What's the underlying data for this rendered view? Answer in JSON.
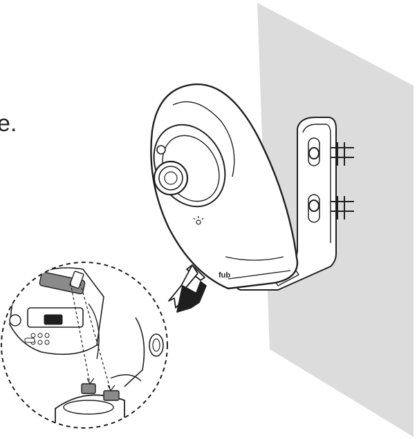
{
  "diagram": {
    "partial_caption": "e.",
    "camera_brand_mark": "fub"
  },
  "colors": {
    "wall": "#dcdcdc",
    "line": "#1e1e1e",
    "body": "#ffffff"
  },
  "icons": [
    "wall-panel",
    "mounting-bracket",
    "wall-screw",
    "camera-body",
    "camera-lens",
    "light-sensor-icon",
    "slide-arrow-icon",
    "detail-callout-circle"
  ]
}
